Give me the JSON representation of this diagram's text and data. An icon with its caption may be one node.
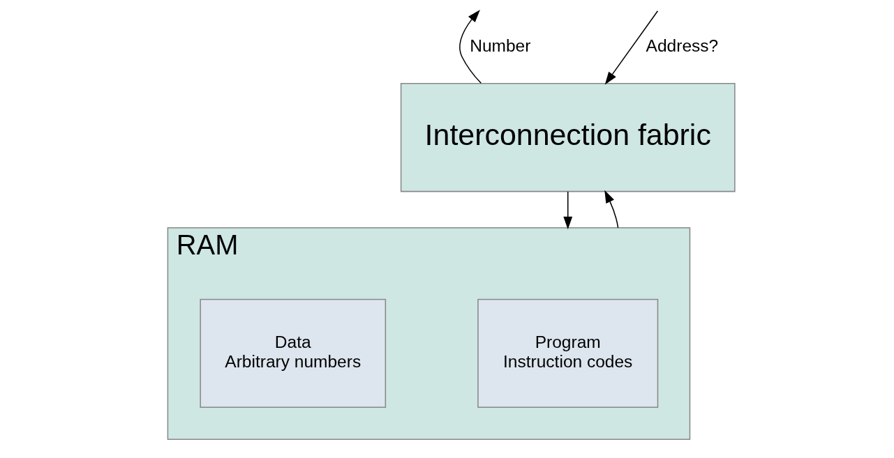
{
  "diagram": {
    "nodes": [
      {
        "text": [
          "Interconnection fabric"
        ]
      },
      {
        "text": [
          "RAM"
        ]
      },
      {
        "text": [
          "Program",
          "Instruction codes"
        ],
        "in": 1
      },
      {
        "text": [
          "Data",
          "Arbitrary numbers"
        ],
        "in": 1
      }
    ],
    "edges": [
      {
        "from": null,
        "to": 0,
        "arrow": "to",
        "label": "Address?"
      },
      {
        "from": 0,
        "to": null,
        "arrow": "to",
        "label": "Number"
      },
      {
        "from": 0,
        "to": 1,
        "arrow": "to"
      },
      {
        "from": 1,
        "to": 0,
        "arrow": "to"
      }
    ]
  }
}
